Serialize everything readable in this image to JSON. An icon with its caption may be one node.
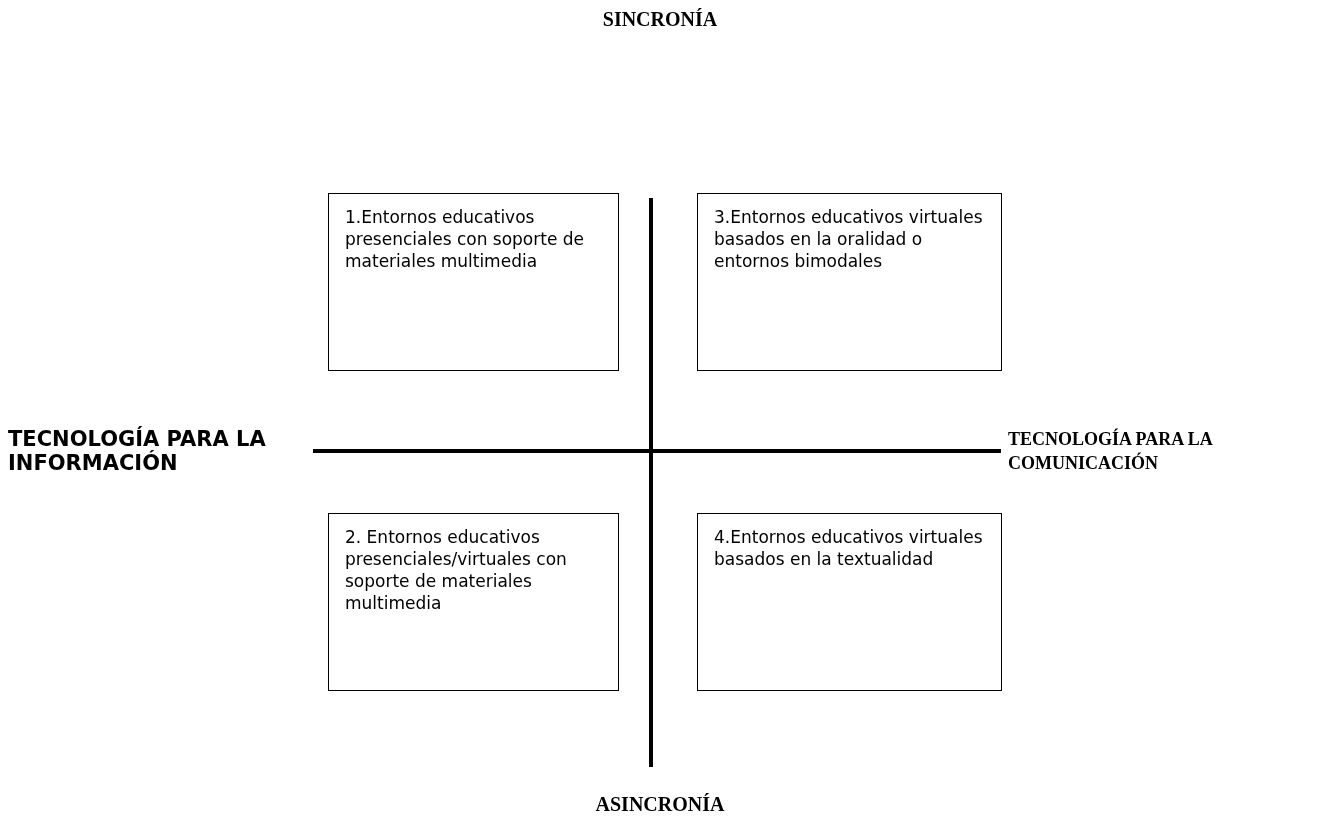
{
  "diagram": {
    "nodes": [
      {
        "text": [
          "1.Entornos educativos presenciales con soporte de materiales multimedia"
        ]
      },
      {
        "text": [
          "3.Entornos educativos virtuales basados en la oralidad o entornos bimodales"
        ]
      },
      {
        "text": [
          "2. Entornos educativos presenciales/virtuales con soporte de materiales multimedia"
        ]
      },
      {
        "text": [
          "4.Entornos educativos virtuales basados en la textualidad"
        ]
      }
    ],
    "labels": [
      "SINCRONÍA",
      "TECNOLOGÍA PARA LA INFORMACIÓN",
      "TECNOLOGÍA PARA LA COMUNICACIÓN",
      "ASINCRONÍA"
    ]
  }
}
